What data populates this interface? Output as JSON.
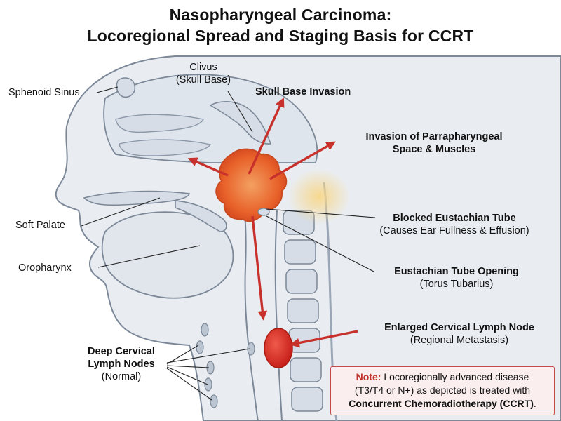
{
  "title": {
    "line1": "Nasopharyngeal Carcinoma:",
    "line2": "Locoregional Spread and Staging Basis for CCRT"
  },
  "labels": {
    "clivus": "Clivus",
    "clivus_sub": "(Skull Base)",
    "sphenoid": "Sphenoid Sinus",
    "skull_base_invasion": "Skull Base Invasion",
    "parapharyngeal_1": "Invasion of Parrapharyngeal",
    "parapharyngeal_2": "Space & Muscles",
    "soft_palate": "Soft Palate",
    "blocked_et": "Blocked Eustachian Tube",
    "blocked_et_sub": "(Causes Ear Fullness & Effusion)",
    "oropharynx": "Oropharynx",
    "et_opening": "Eustachian Tube Opening",
    "et_opening_sub": "(Torus Tubarius)",
    "enlarged_node": "Enlarged Cervical Lymph Node",
    "enlarged_node_sub": "(Regional Metastasis)",
    "deep_nodes_1": "Deep Cervical",
    "deep_nodes_2": "Lymph Nodes",
    "deep_nodes_sub": "(Normal)"
  },
  "note": {
    "heading": "Note:",
    "text1": "Locoregionally advanced disease",
    "text2": "(T3/T4 or N+) as depicted is treated with",
    "emphasis": "Concurrent Chemoradiotherapy (CCRT)",
    "end": "."
  },
  "colors": {
    "tumor": "#e8622a",
    "arrow": "#c8312b",
    "bone": "#d6dde6",
    "tissue": "#e9edf2",
    "outline": "#7c8898"
  }
}
